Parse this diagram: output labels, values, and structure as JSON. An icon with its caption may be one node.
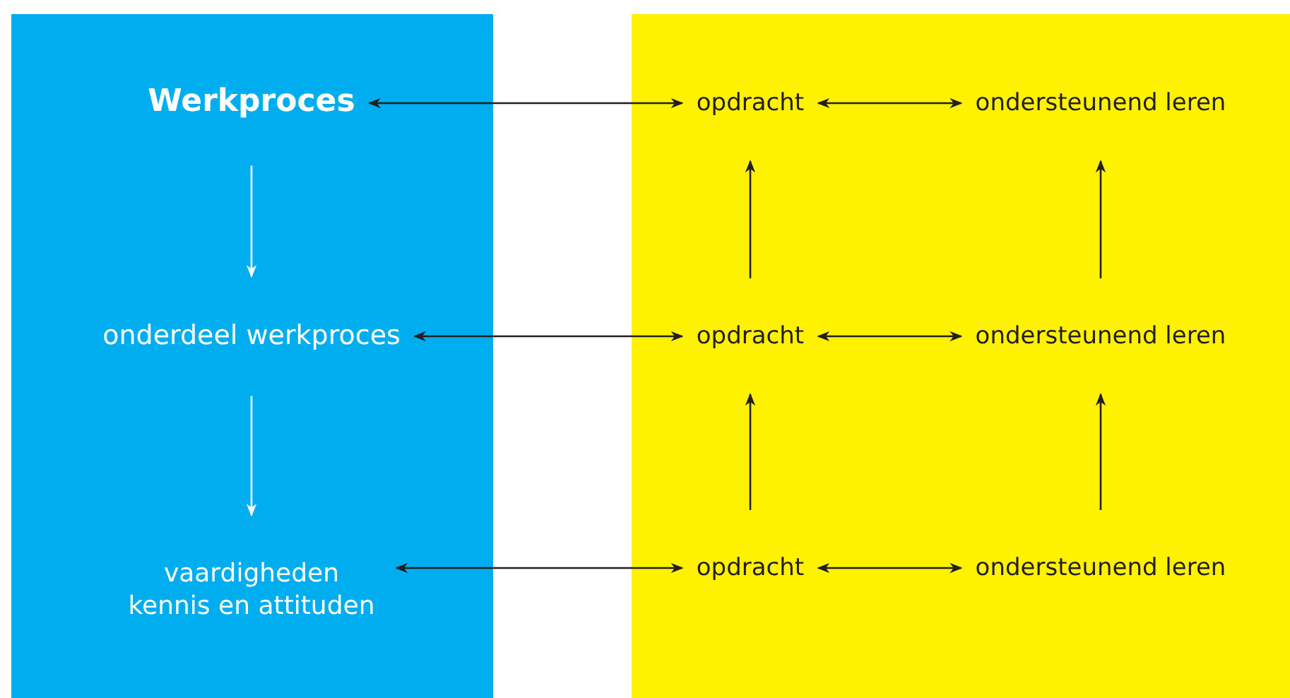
{
  "diagram": {
    "nodes": [
      {
        "text": [],
        "shape": "box"
      },
      {
        "text": [],
        "shape": "box"
      },
      {
        "text": [
          "Werkproces"
        ],
        "in": 0
      },
      {
        "text": [
          "opdracht"
        ],
        "in": 1
      },
      {
        "text": [
          "ondersteunend leren"
        ],
        "in": 1
      },
      {
        "text": [
          "onderdeel werkproces"
        ],
        "in": 0
      },
      {
        "text": [
          "opdracht"
        ],
        "in": 1
      },
      {
        "text": [
          "ondersteunend leren"
        ],
        "in": 1
      },
      {
        "text": [
          "vaardigheden kennis en attituden"
        ],
        "in": 0
      },
      {
        "text": [
          "opdracht"
        ],
        "in": 1
      },
      {
        "text": [
          "ondersteunend leren"
        ],
        "in": 1
      }
    ],
    "edges": [
      {
        "from": 2,
        "to": 3,
        "arrow": "both"
      },
      {
        "from": 3,
        "to": 4,
        "arrow": "both"
      },
      {
        "from": 2,
        "to": 5,
        "arrow": "to",
        "color": "#ffffff"
      },
      {
        "from": 5,
        "to": 6,
        "arrow": "both"
      },
      {
        "from": 6,
        "to": 7,
        "arrow": "both"
      },
      {
        "from": 6,
        "to": 3,
        "arrow": "to"
      },
      {
        "from": 7,
        "to": 4,
        "arrow": "to"
      },
      {
        "from": 5,
        "to": 8,
        "arrow": "to",
        "color": "#ffffff"
      },
      {
        "from": 8,
        "to": 9,
        "arrow": "both"
      },
      {
        "from": 9,
        "to": 10,
        "arrow": "both"
      },
      {
        "from": 9,
        "to": 6,
        "arrow": "to"
      },
      {
        "from": 10,
        "to": 7,
        "arrow": "to"
      }
    ]
  }
}
